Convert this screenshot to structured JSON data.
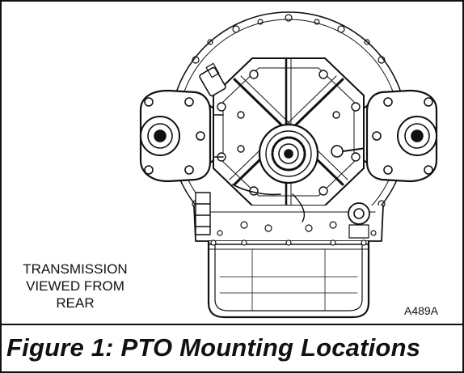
{
  "figure": {
    "caption": "Figure 1:  PTO Mounting Locations",
    "view_label_lines": [
      "TRANSMISSION",
      "VIEWED FROM",
      "REAR"
    ],
    "drawing_code": "A489A"
  },
  "colors": {
    "ink": "#111111",
    "background": "#ffffff"
  }
}
